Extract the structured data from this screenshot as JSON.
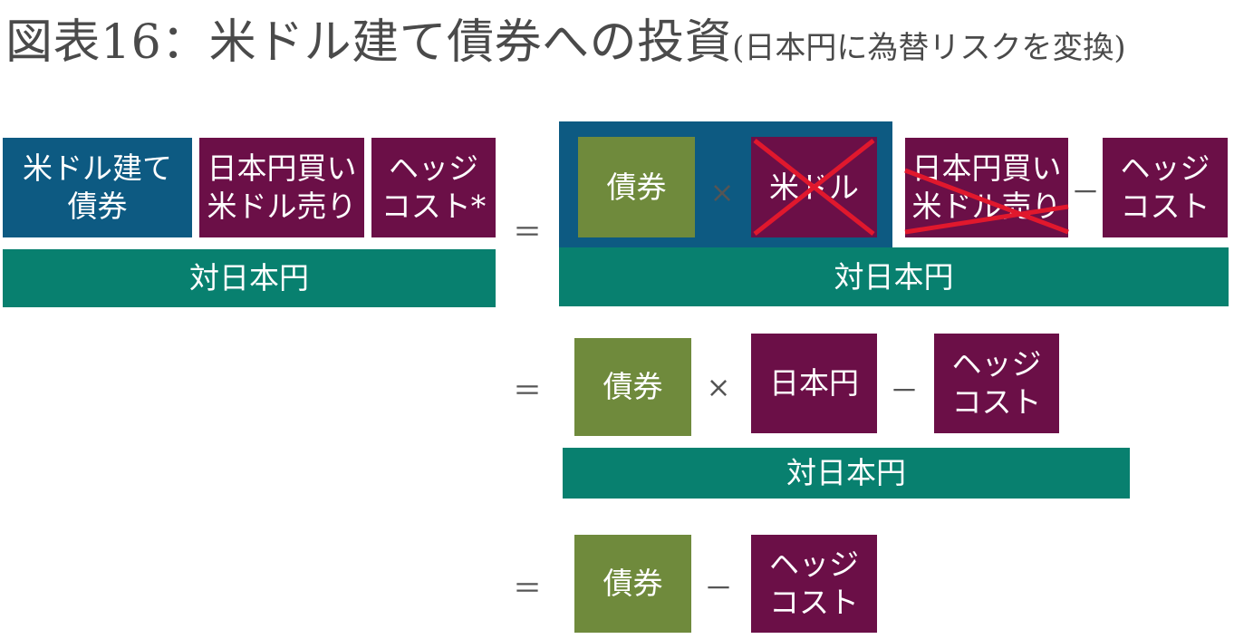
{
  "title": {
    "main": "図表16：米ドル建て債券への投資",
    "sub": "(日本円に為替リスクを変換)"
  },
  "row1": {
    "usd_bond": "米ドル建て\n債券",
    "buy_jpy_sell_usd": "日本円買い\n米ドル売り",
    "hedge_cost_star": "ヘッジ\nコスト*",
    "vs_jpy": "対日本円",
    "equals": "＝",
    "bond": "債券",
    "times": "×",
    "usd": "米ドル",
    "buy_jpy_sell_usd_crossed": "日本円買い\n米ドル売り",
    "minus": "－",
    "hedge_cost": "ヘッジ\nコスト",
    "vs_jpy_right": "対日本円"
  },
  "row2": {
    "equals": "＝",
    "bond": "債券",
    "times": "×",
    "jpy": "日本円",
    "minus": "－",
    "hedge_cost": "ヘッジ\nコスト",
    "vs_jpy": "対日本円"
  },
  "row3": {
    "equals": "＝",
    "bond": "債券",
    "minus": "－",
    "hedge_cost": "ヘッジ\nコスト"
  },
  "colors": {
    "usd_bond_blue": "#0d5a82",
    "fx_plum": "#6b0f47",
    "bond_green": "#6f8a3c",
    "vs_jpy_teal": "#08806f",
    "cross_red": "#e0182d"
  }
}
